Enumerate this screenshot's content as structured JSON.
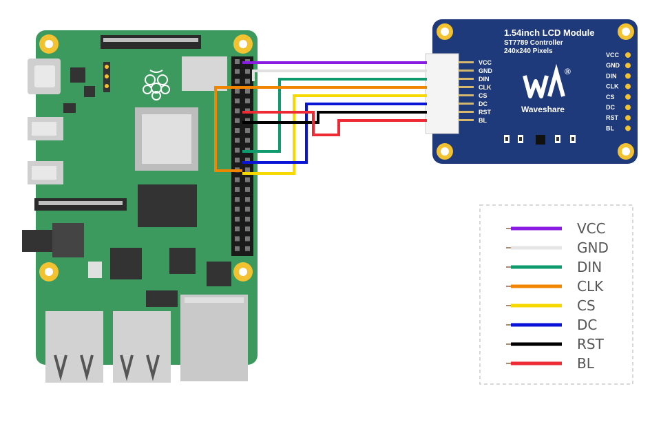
{
  "lcd": {
    "title": "1.54inch LCD Module",
    "controller": "ST7789 Controller",
    "resolution": "240x240 Pixels",
    "brand": "Waveshare",
    "registered": "®",
    "logo_letters": "W"
  },
  "pins": [
    {
      "name": "VCC",
      "color": "#8a1be0"
    },
    {
      "name": "GND",
      "color": "#e6e6e6"
    },
    {
      "name": "DIN",
      "color": "#109b6e"
    },
    {
      "name": "CLK",
      "color": "#f08600"
    },
    {
      "name": "CS",
      "color": "#f7d800"
    },
    {
      "name": "DC",
      "color": "#0a14d6"
    },
    {
      "name": "RST",
      "color": "#000000"
    },
    {
      "name": "BL",
      "color": "#ee2a35"
    }
  ],
  "colors": {
    "pcb_green": "#3c9a5f",
    "lcd_blue": "#1f3a7a",
    "pad_gold": "#f2c230"
  }
}
